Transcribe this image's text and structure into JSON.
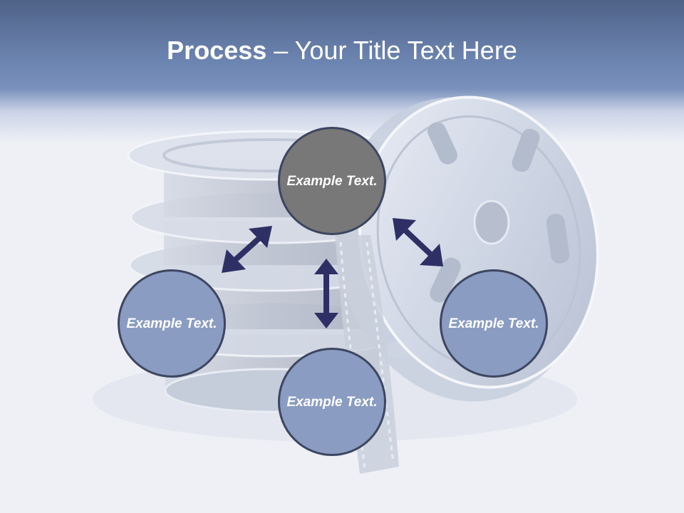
{
  "title": {
    "bold": "Process",
    "rest": " – Your Title Text Here"
  },
  "nodes": [
    {
      "text": "Example Text."
    },
    {
      "text": "Example Text."
    },
    {
      "text": "Example Text."
    },
    {
      "text": "Example Text."
    }
  ],
  "colors": {
    "header": "#6a82ae",
    "top_node": "#787878",
    "node": "#8a9cc2",
    "node_border": "#3d4660",
    "arrow": "#2e3065"
  },
  "icons": [
    "film-reel-stack-icon",
    "film-reel-icon",
    "double-arrow-icon"
  ]
}
